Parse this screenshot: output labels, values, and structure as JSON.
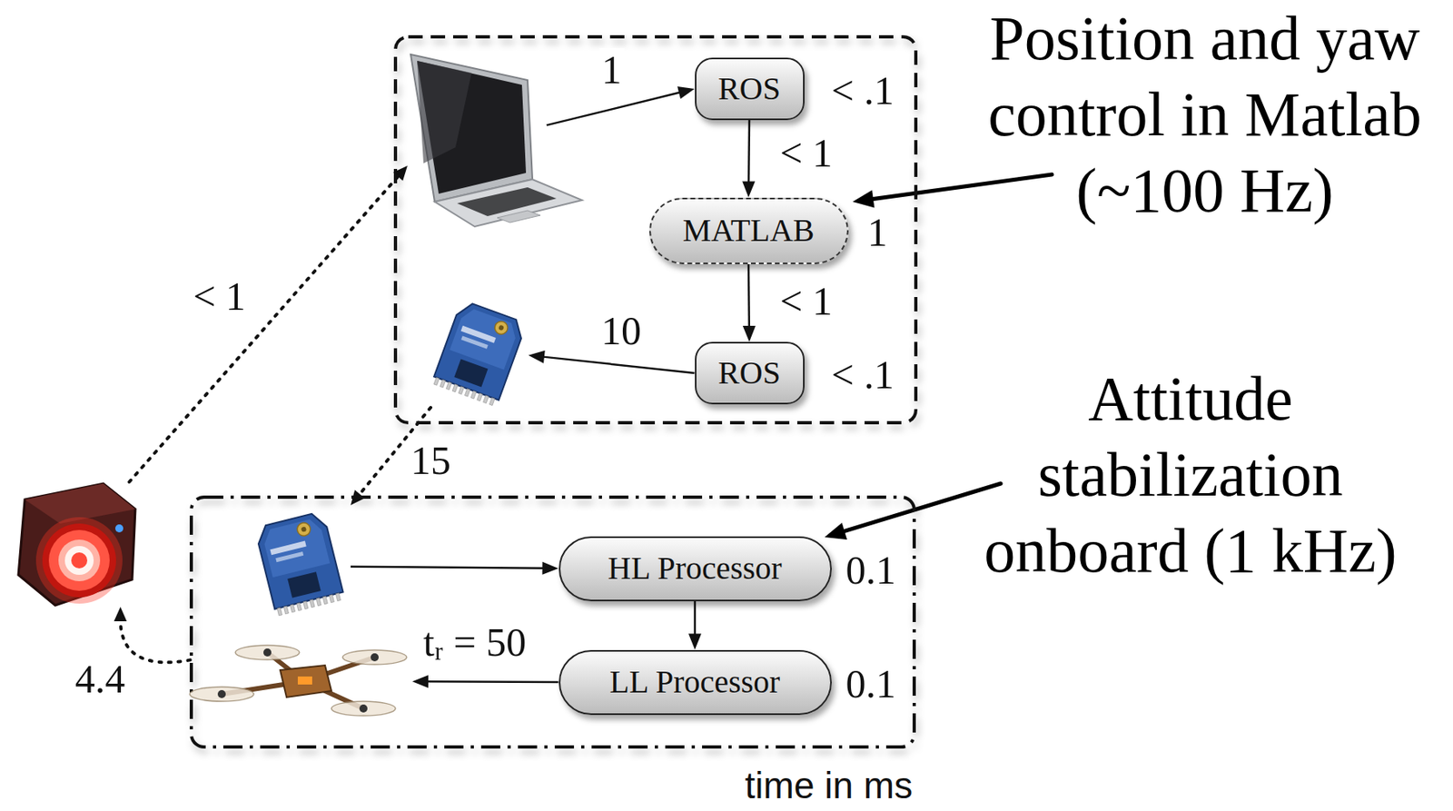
{
  "diagram": {
    "nodes": [
      {
        "text": []
      },
      {
        "text": [],
        "in": 0
      },
      {
        "text": [
          "ROS",
          "< .1"
        ],
        "in": 0
      },
      {
        "text": [
          "MATLAB",
          "1"
        ],
        "in": 0
      },
      {
        "text": [],
        "in": 0
      },
      {
        "text": [
          "ROS",
          "< .1"
        ],
        "in": 0
      },
      {
        "text": []
      },
      {
        "text": [
          "time in ms"
        ]
      },
      {
        "text": [],
        "in": 7
      },
      {
        "text": [
          "HL Processor",
          "0.1"
        ],
        "in": 7
      },
      {
        "text": [],
        "in": 7
      },
      {
        "text": [
          "LL Processor",
          "0.1"
        ],
        "in": 7
      }
    ],
    "edges": [
      {
        "from": 1,
        "to": 2,
        "arrow": "to",
        "label": "1"
      },
      {
        "from": 2,
        "to": 3,
        "arrow": "to",
        "label": "< 1"
      },
      {
        "from": 3,
        "to": 5,
        "arrow": "to",
        "label": "< 1"
      },
      {
        "from": 5,
        "to": 4,
        "arrow": "to",
        "label": "10"
      },
      {
        "from": 4,
        "to": 8,
        "arrow": "to",
        "label": "15"
      },
      {
        "from": 8,
        "to": 9,
        "arrow": "to"
      },
      {
        "from": 9,
        "to": 11,
        "arrow": "to"
      },
      {
        "from": 11,
        "to": 10,
        "arrow": "to",
        "label": "tᵣ = 50"
      },
      {
        "from": 10,
        "to": 6,
        "arrow": "to",
        "label": "4.4"
      },
      {
        "from": 6,
        "to": 1,
        "arrow": "to",
        "label": "< 1"
      }
    ],
    "labels": [
      "Position and yaw control in Matlab (~100 Hz)",
      "Attitude stabilization onboard (1 kHz)"
    ]
  }
}
